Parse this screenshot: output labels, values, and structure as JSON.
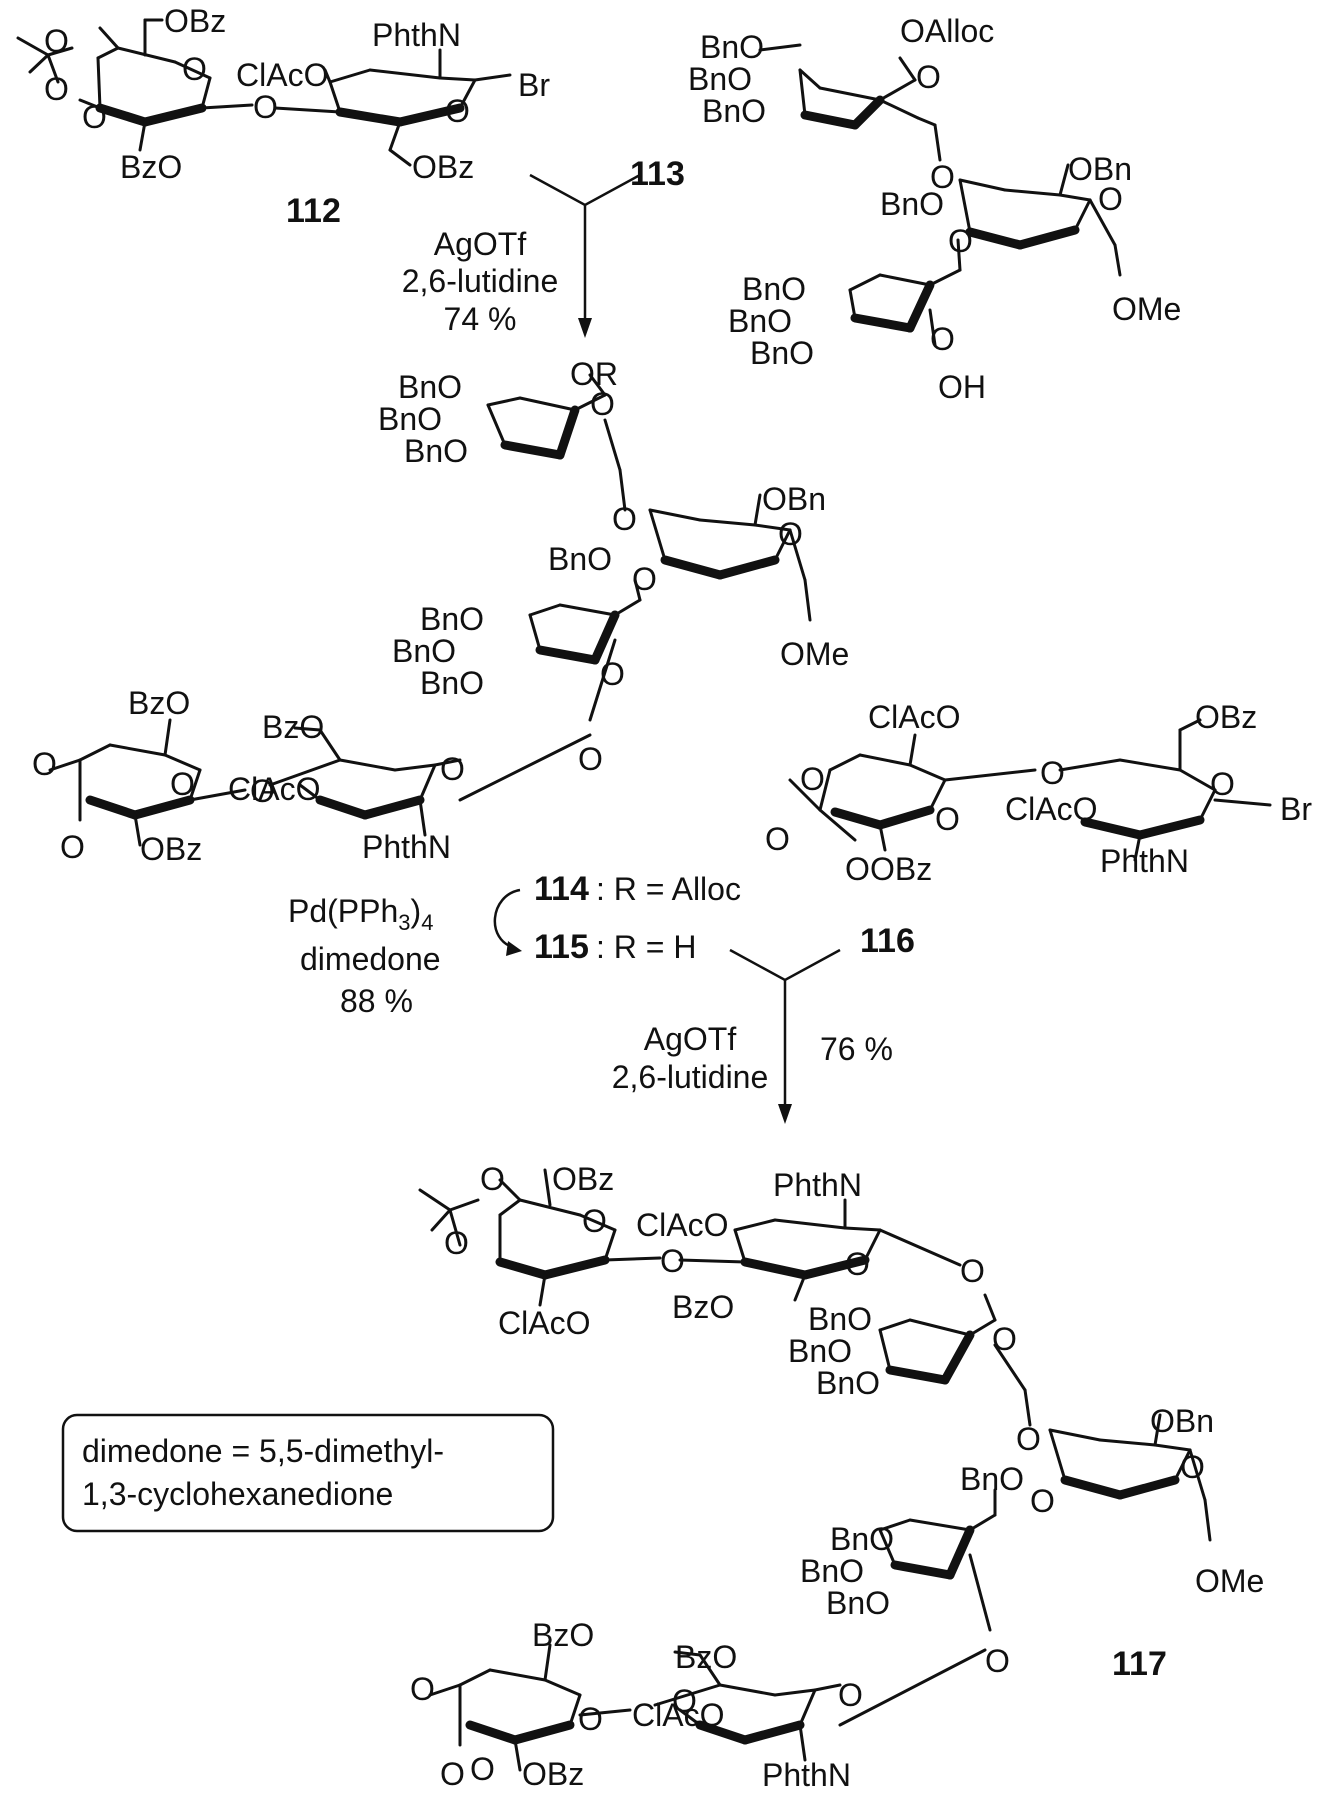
{
  "scheme": {
    "compounds": {
      "c112": "112",
      "c113": "113",
      "c116": "116",
      "c117": "117"
    },
    "products": {
      "p114_num": "114",
      "p114_text": ": R = Alloc",
      "p115_num": "115",
      "p115_text": ": R = H"
    },
    "step1": {
      "reagent1": "AgOTf",
      "reagent2": "2,6-lutidine",
      "yield": "74 %"
    },
    "step2": {
      "reagent1_main": "Pd(PPh",
      "reagent1_sub1": "3",
      "reagent1_close": ")",
      "reagent1_sub2": "4",
      "reagent2": "dimedone",
      "yield": "88 %"
    },
    "step3": {
      "reagent1": "AgOTf",
      "reagent2": "2,6-lutidine",
      "yield": "76 %"
    },
    "note": {
      "line1": "dimedone = 5,5-dimethyl-",
      "line2": "1,3-cyclohexanedione"
    },
    "labels": {
      "m112": [
        "O",
        "OBz",
        "PhthN",
        "O",
        "ClAcO",
        "Br",
        "O",
        "O",
        "O",
        "O",
        "BzO",
        "OBz"
      ],
      "m113": [
        "OAlloc",
        "BnO",
        "BnO",
        "BnO",
        "O",
        "O",
        "OBn",
        "BnO",
        "O",
        "O",
        "BnO",
        "BnO",
        "O",
        "OMe",
        "BnO",
        "OH"
      ],
      "m114": [
        "OR",
        "BnO",
        "BnO",
        "BnO",
        "O",
        "O",
        "OBn",
        "BnO",
        "O",
        "O",
        "BnO",
        "BnO",
        "OMe",
        "BnO",
        "O",
        "BzO",
        "BzO",
        "O",
        "ClAcO",
        "O",
        "O",
        "O",
        "O",
        "O",
        "OBz",
        "PhthN"
      ],
      "m116": [
        "ClAcO",
        "OBz",
        "O",
        "O",
        "O",
        "ClAcO",
        "O",
        "Br",
        "O",
        "O",
        "OBz",
        "PhthN"
      ],
      "m117": [
        "O",
        "OBz",
        "PhthN",
        "O",
        "ClAcO",
        "O",
        "O",
        "O",
        "O",
        "ClAcO",
        "BzO",
        "BnO",
        "BnO",
        "O",
        "BnO",
        "O",
        "OBn",
        "BnO",
        "O",
        "O",
        "BnO",
        "OMe",
        "BnO",
        "BnO",
        "O",
        "BzO",
        "BzO",
        "O",
        "ClAcO",
        "O",
        "O",
        "O",
        "O",
        "O",
        "OBz",
        "PhthN"
      ]
    }
  }
}
